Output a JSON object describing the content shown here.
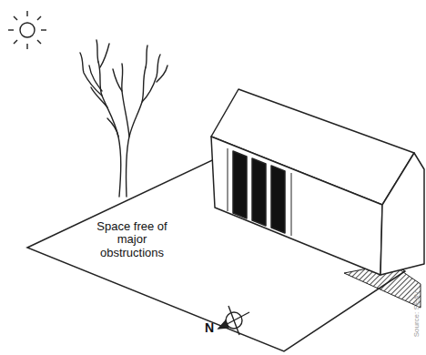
{
  "diagram": {
    "labels": [
      "Space free of major obstructions",
      "N",
      "Source: SEAV"
    ]
  }
}
